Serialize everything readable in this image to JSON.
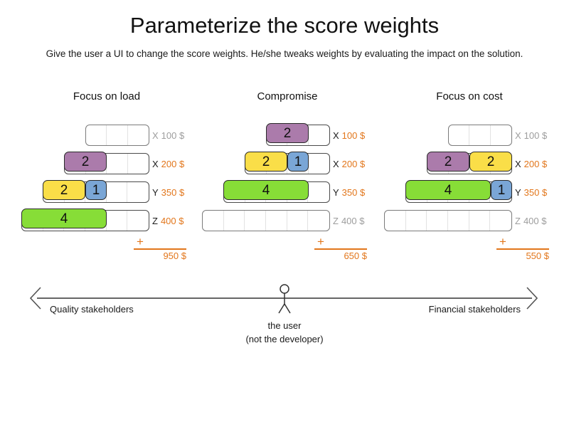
{
  "title": "Parameterize the score weights",
  "subtitle": "Give the user a UI to change the score weights. He/she tweaks weights by evaluating the impact on the solution.",
  "colors": {
    "purple": "#ab7bab",
    "yellow": "#fade48",
    "blue": "#7aa6d6",
    "green": "#87dd37",
    "accent": "#e2761b",
    "muted": "#9d9d9d",
    "track_border": "#7b7b7b"
  },
  "sum_plus": "+",
  "columns": [
    {
      "title": "Focus on load",
      "total": "950 $",
      "rows": [
        {
          "key": "X",
          "amount": "100 $",
          "cells": 3,
          "active": false,
          "segments": []
        },
        {
          "key": "X",
          "amount": "200 $",
          "cells": 4,
          "active": true,
          "segments": [
            {
              "value": "2",
              "units": 2,
              "color": "#ab7bab"
            }
          ]
        },
        {
          "key": "Y",
          "amount": "350 $",
          "cells": 5,
          "active": true,
          "segments": [
            {
              "value": "2",
              "units": 2,
              "color": "#fade48"
            },
            {
              "value": "1",
              "units": 1,
              "color": "#7aa6d6"
            }
          ]
        },
        {
          "key": "Z",
          "amount": "400 $",
          "cells": 6,
          "active": true,
          "segments": [
            {
              "value": "4",
              "units": 4,
              "color": "#87dd37"
            }
          ]
        }
      ]
    },
    {
      "title": "Compromise",
      "total": "650 $",
      "rows": [
        {
          "key": "X",
          "amount": "100 $",
          "cells": 3,
          "active": true,
          "segments": [
            {
              "value": "2",
              "units": 2,
              "color": "#ab7bab"
            }
          ]
        },
        {
          "key": "X",
          "amount": "200 $",
          "cells": 4,
          "active": true,
          "segments": [
            {
              "value": "2",
              "units": 2,
              "color": "#fade48"
            },
            {
              "value": "1",
              "units": 1,
              "color": "#7aa6d6"
            }
          ]
        },
        {
          "key": "Y",
          "amount": "350 $",
          "cells": 5,
          "active": true,
          "segments": [
            {
              "value": "4",
              "units": 4,
              "color": "#87dd37"
            }
          ]
        },
        {
          "key": "Z",
          "amount": "400 $",
          "cells": 6,
          "active": false,
          "segments": []
        }
      ]
    },
    {
      "title": "Focus on cost",
      "total": "550 $",
      "rows": [
        {
          "key": "X",
          "amount": "100 $",
          "cells": 3,
          "active": false,
          "segments": []
        },
        {
          "key": "X",
          "amount": "200 $",
          "cells": 4,
          "active": true,
          "segments": [
            {
              "value": "2",
              "units": 2,
              "color": "#ab7bab"
            },
            {
              "value": "2",
              "units": 2,
              "color": "#fade48"
            }
          ]
        },
        {
          "key": "Y",
          "amount": "350 $",
          "cells": 5,
          "active": true,
          "segments": [
            {
              "value": "4",
              "units": 4,
              "color": "#87dd37"
            },
            {
              "value": "1",
              "units": 1,
              "color": "#7aa6d6"
            }
          ]
        },
        {
          "key": "Z",
          "amount": "400 $",
          "cells": 6,
          "active": false,
          "segments": []
        }
      ]
    }
  ],
  "axis": {
    "left_label": "Quality stakeholders",
    "right_label": "Financial stakeholders",
    "user_line1": "the user",
    "user_line2": "(not the developer)",
    "left_arrow_icon": "arrow-left-icon",
    "right_arrow_icon": "arrow-right-icon",
    "figure_icon": "stick-figure-icon"
  }
}
